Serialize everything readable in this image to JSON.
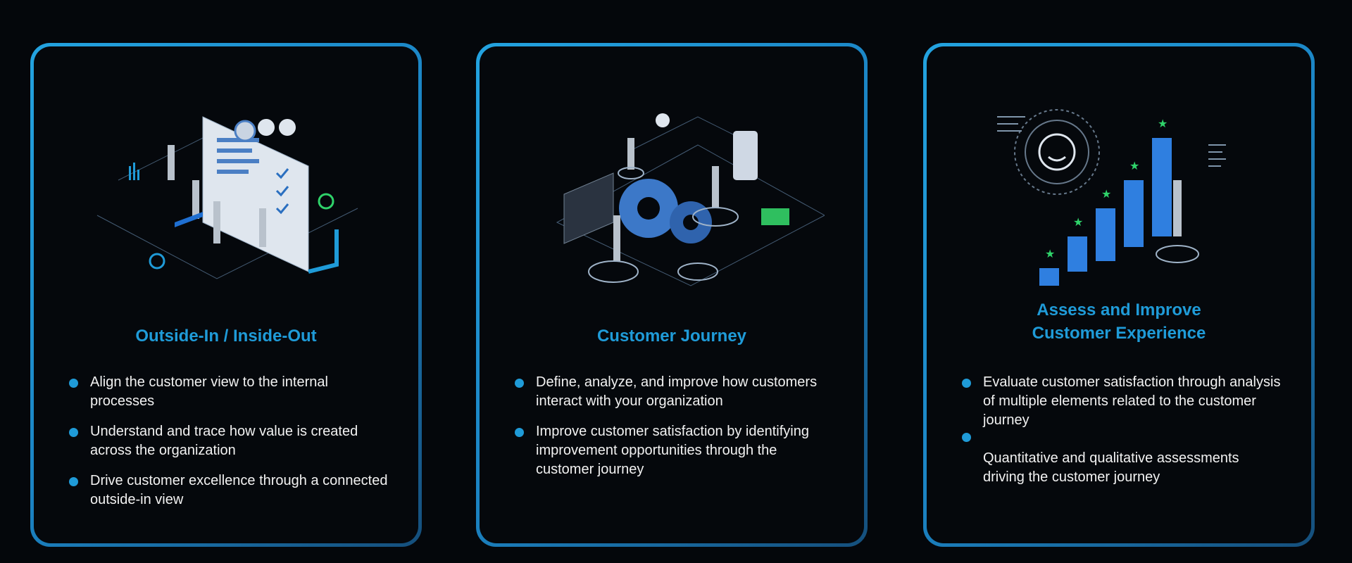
{
  "colors": {
    "accent": "#1f9bd8",
    "background": "#04070b",
    "text": "#f2f2f2",
    "star": "#2fd36a"
  },
  "cards": [
    {
      "title": "Outside-In / Inside-Out",
      "illustration": "isometric-dashboard-people-icon",
      "bullets": [
        "Align the customer view to the internal processes",
        "Understand and trace how value is created across the organization",
        "Drive customer excellence through a connected outside-in view"
      ]
    },
    {
      "title": "Customer Journey",
      "illustration": "isometric-gears-journey-icon",
      "bullets": [
        "Define, analyze, and improve how customers interact with your organization",
        "Improve customer satisfaction by identifying improvement opportunities through the customer journey"
      ]
    },
    {
      "title_line1": "Assess and Improve",
      "title_line2": "Customer Experience",
      "illustration": "isometric-bar-chart-rating-icon",
      "bullets": [
        "Evaluate customer satisfaction through analysis of multiple elements related to the customer journey",
        "Quantitative and qualitative assessments driving the customer journey"
      ]
    }
  ]
}
